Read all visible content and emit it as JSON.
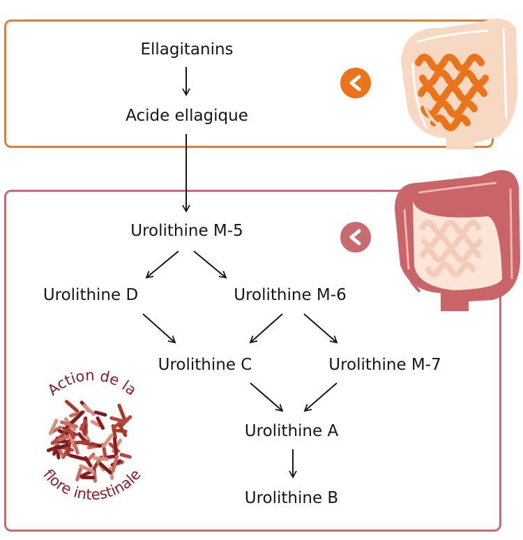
{
  "nodes": {
    "ellagitanins": "Ellagitanins",
    "acide_ellagique": "Acide ellagique",
    "urolithine_m5": "Urolithine M-5",
    "urolithine_d": "Urolithine D",
    "urolithine_m6": "Urolithine M-6",
    "urolithine_c": "Urolithine C",
    "urolithine_m7": "Urolithine M-7",
    "urolithine_a": "Urolithine A",
    "urolithine_b": "Urolithine B"
  },
  "badge_text": {
    "top_arc": "Action de la",
    "bottom_arc": "flore intestinale"
  },
  "colors": {
    "small_intestine_box": "#e07e32",
    "large_intestine_box": "#c86a6e",
    "badge_text": "#8a1c22",
    "arrow": "#161616"
  },
  "icons": {
    "top": "small-intestine-icon",
    "bottom": "large-intestine-icon",
    "pointer_top": "chevron-left-icon",
    "pointer_bottom": "chevron-left-icon",
    "badge": "bacteria-cluster-icon"
  }
}
